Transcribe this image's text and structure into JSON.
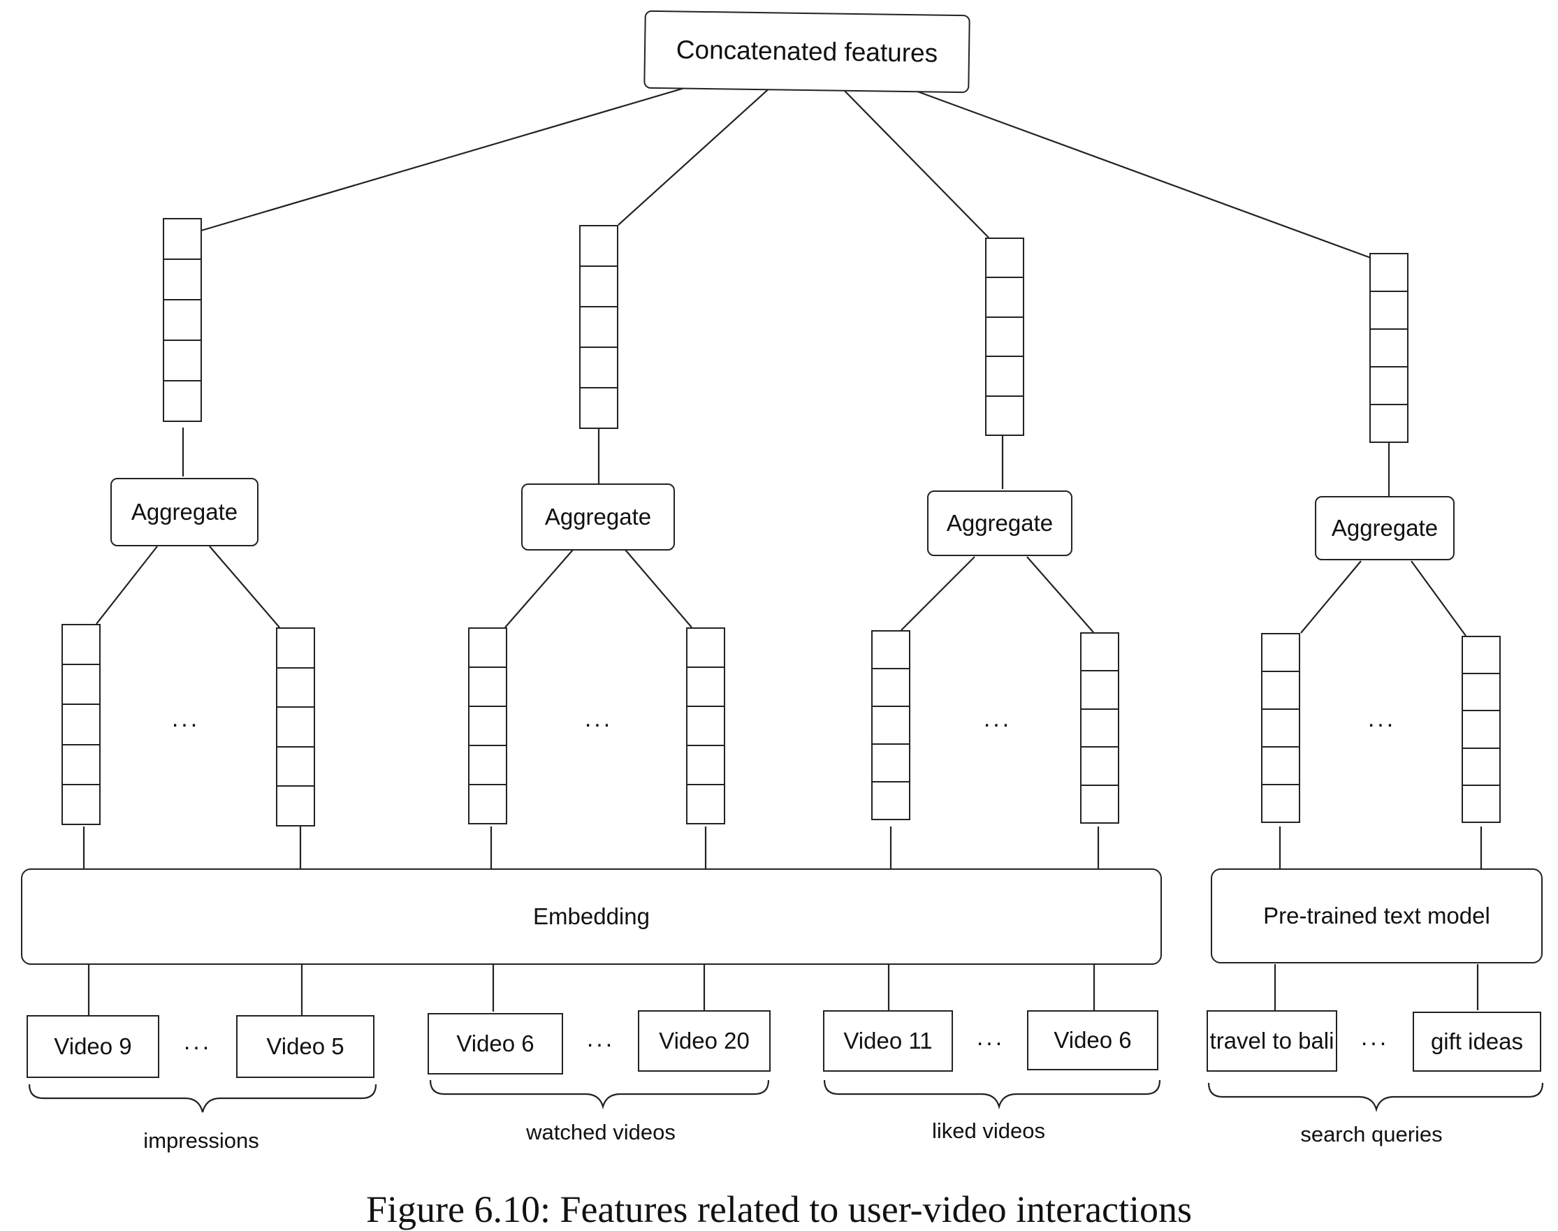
{
  "top": {
    "label": "Concatenated features"
  },
  "aggregate_label": "Aggregate",
  "encoders": {
    "embedding": "Embedding",
    "text_model": "Pre-trained text model"
  },
  "ellipsis": "...",
  "groups": [
    {
      "label": "impressions",
      "inputs": [
        "Video 9",
        "Video 5"
      ]
    },
    {
      "label": "watched videos",
      "inputs": [
        "Video 6",
        "Video 20"
      ]
    },
    {
      "label": "liked videos",
      "inputs": [
        "Video 11",
        "Video 6"
      ]
    },
    {
      "label": "search queries",
      "inputs": [
        "travel to bali",
        "gift ideas"
      ]
    }
  ],
  "caption": "Figure 6.10: Features related to user-video interactions"
}
